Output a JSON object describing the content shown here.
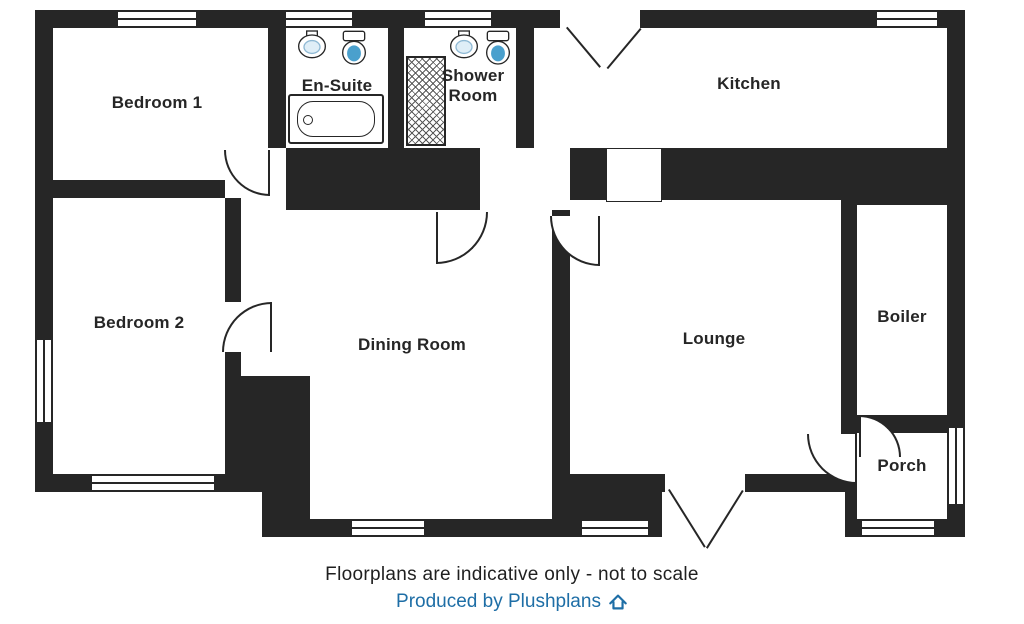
{
  "plan": {
    "rooms": {
      "bedroom1": "Bedroom 1",
      "ensuite": "En-Suite",
      "shower_room": "Shower Room",
      "kitchen": "Kitchen",
      "bedroom2": "Bedroom 2",
      "dining_room": "Dining Room",
      "lounge": "Lounge",
      "boiler": "Boiler",
      "porch": "Porch"
    },
    "colors": {
      "wall": "#262626",
      "fixture_blue": "#4aa0cd"
    }
  },
  "footer": {
    "disclaimer": "Floorplans are indicative only - not to scale",
    "credit": "Produced by Plushplans",
    "credit_color": "#1e6ea6",
    "logo_icon": "plushplans-house-icon"
  }
}
